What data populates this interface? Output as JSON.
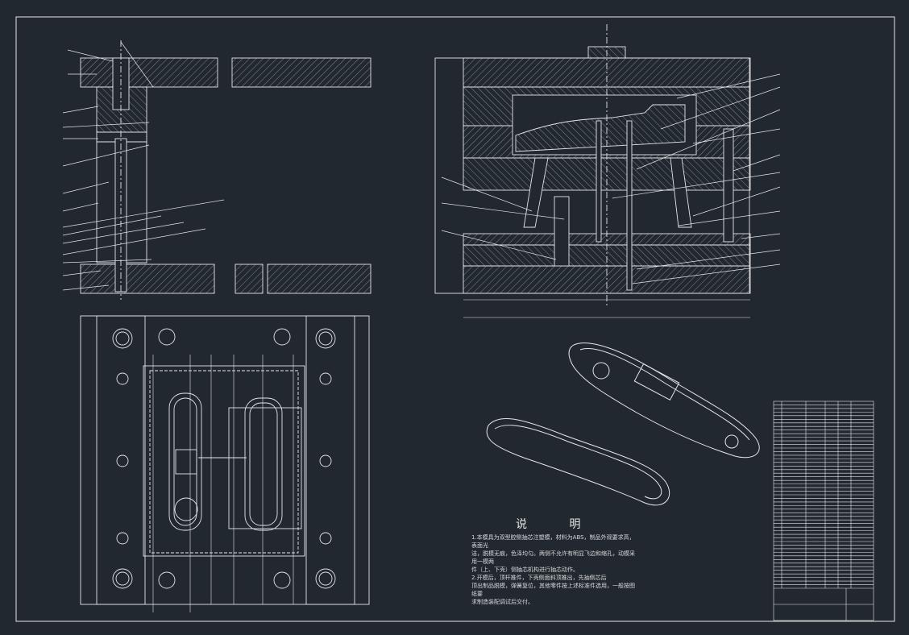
{
  "drawing": {
    "background": "#212830",
    "line_color": "#e6e6e6",
    "dim_color": "#cfcfcf"
  },
  "notes": {
    "title": "说 明",
    "lines": [
      "1.本模具为双型腔侧抽芯注塑模，材料为ABS，制品外观要求高，表面光",
      "洁，脱模无痕，色泽均匀。两侧不允许有明显飞边和缩孔，动模采用一模两",
      "件（上、下壳）侧抽芯机构进行抽芯动作。",
      "2.开模后，顶杆推件，下壳侧面斜顶推出，先抽侧芯后",
      "顶出制品脱模，弹簧复位，其他零件按上述标准件选用，一般按图纸要",
      "求制造装配调试后交付。"
    ]
  },
  "title_block": {
    "rows": 52
  }
}
